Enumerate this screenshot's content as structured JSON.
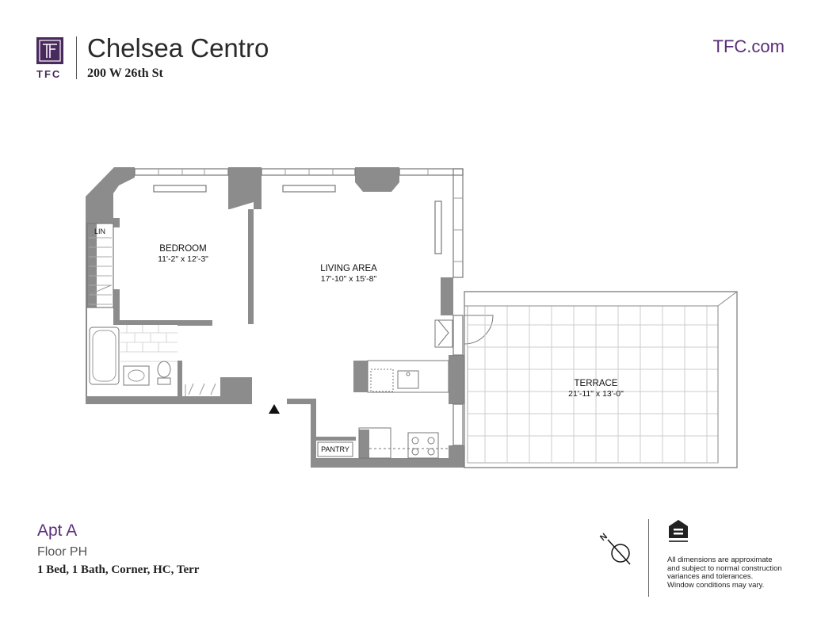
{
  "header": {
    "logo_text": "TFC",
    "building_name": "Chelsea Centro",
    "building_address": "200 W 26th St",
    "site_link": "TFC.com"
  },
  "rooms": {
    "bedroom": {
      "name": "BEDROOM",
      "dims": "11'-2\" x 12'-3\""
    },
    "living": {
      "name": "LIVING AREA",
      "dims": "17'-10\" x 15'-8\""
    },
    "terrace": {
      "name": "TERRACE",
      "dims": "21'-11\" x 13'-0\""
    },
    "lin": "LIN",
    "pantry": "PANTRY"
  },
  "apartment": {
    "name": "Apt A",
    "floor": "Floor PH",
    "description": "1 Bed, 1 Bath, Corner, HC, Terr"
  },
  "footer": {
    "compass_letter": "N",
    "disclaimer": "All dimensions are approximate\nand subject to normal construction\nvariances and tolerances.\nWindow conditions may vary."
  },
  "colors": {
    "brand": "#5a2d7a",
    "logo_bg": "#4a2a5e",
    "wall": "#8c8c8c"
  },
  "icons": [
    "tfc-logo-icon",
    "equal-housing-icon",
    "north-compass-icon",
    "entry-arrow-icon"
  ]
}
